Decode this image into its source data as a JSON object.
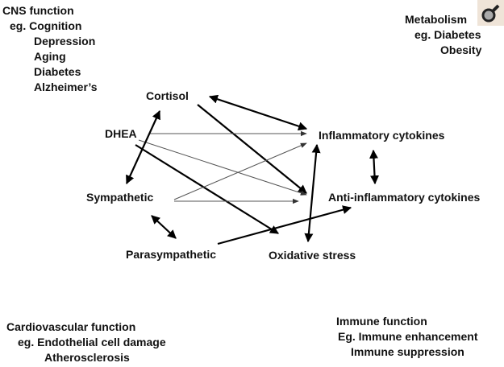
{
  "corners": {
    "cns": {
      "title": "CNS function",
      "lines": [
        "eg.  Cognition",
        "Depression",
        "Aging",
        "Diabetes",
        "Alzheimer’s"
      ]
    },
    "metabolism": {
      "title": "Metabolism",
      "lines": [
        "eg.  Diabetes",
        "Obesity"
      ]
    },
    "cardio": {
      "title": "Cardiovascular function",
      "lines": [
        "eg.  Endothelial cell damage",
        "Atherosclerosis"
      ]
    },
    "immune": {
      "title": "Immune function",
      "lines": [
        "Eg. Immune enhancement",
        "Immune suppression"
      ]
    }
  },
  "nodes": {
    "cortisol": "Cortisol",
    "dhea": "DHEA",
    "sympathetic": "Sympathetic",
    "parasympathetic": "Parasympathetic",
    "inflammatory": "Inflammatory cytokines",
    "anti": "Anti-inflammatory cytokines",
    "oxidative": "Oxidative stress"
  },
  "edges": [
    {
      "from": "cortisol",
      "to": "inflammatory",
      "type": "bidirectional",
      "weight": "thick"
    },
    {
      "from": "cortisol",
      "to": "anti",
      "type": "directed",
      "weight": "thick"
    },
    {
      "from": "dhea",
      "to": "inflammatory",
      "type": "directed",
      "weight": "thin"
    },
    {
      "from": "dhea",
      "to": "anti",
      "type": "directed",
      "weight": "thin"
    },
    {
      "from": "dhea",
      "to": "oxidative",
      "type": "directed",
      "weight": "thick"
    },
    {
      "from": "sympathetic",
      "to": "cortisol",
      "type": "bidirectional",
      "weight": "thick"
    },
    {
      "from": "sympathetic",
      "to": "inflammatory",
      "type": "directed",
      "weight": "thin"
    },
    {
      "from": "sympathetic",
      "to": "anti",
      "type": "directed",
      "weight": "thin"
    },
    {
      "from": "sympathetic",
      "to": "parasympathetic",
      "type": "bidirectional",
      "weight": "thick"
    },
    {
      "from": "parasympathetic",
      "to": "anti",
      "type": "directed",
      "weight": "thick"
    },
    {
      "from": "oxidative",
      "to": "inflammatory",
      "type": "bidirectional",
      "weight": "thick"
    },
    {
      "from": "inflammatory",
      "to": "anti",
      "type": "bidirectional",
      "weight": "thick"
    }
  ],
  "icon": "magnifier-icon"
}
